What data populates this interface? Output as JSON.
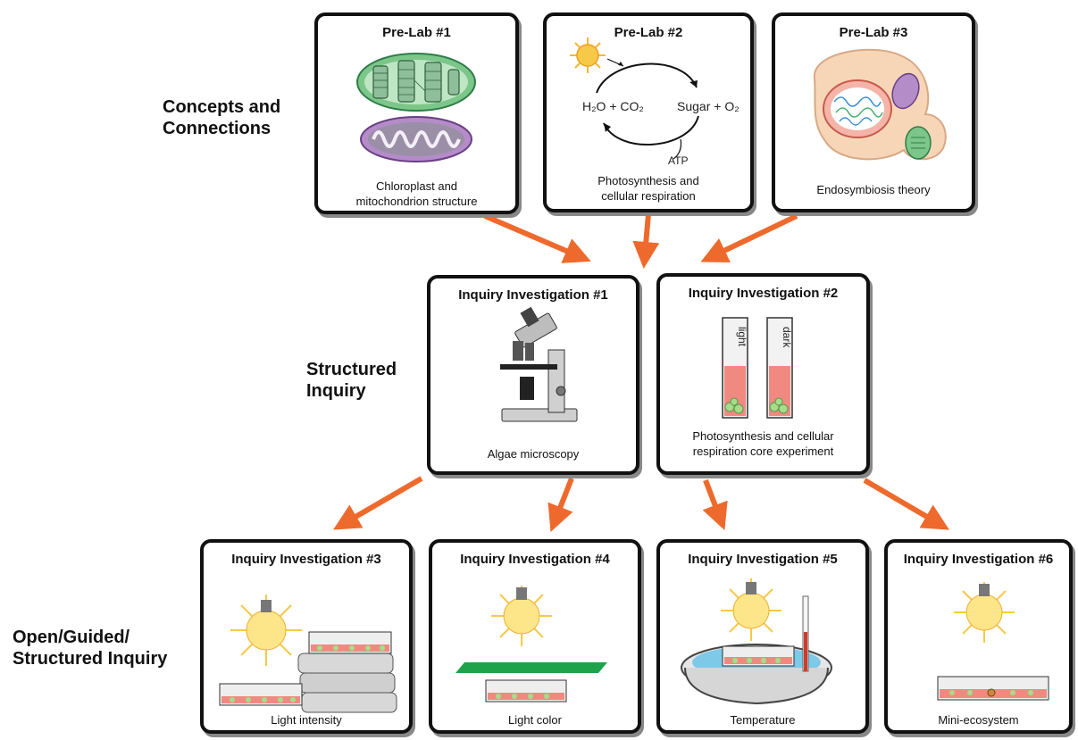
{
  "row_labels": {
    "concepts_line1": "Concepts and",
    "concepts_line2": "Connections",
    "structured_line1": "Structured",
    "structured_line2": "Inquiry",
    "open_line1": "Open/Guided/",
    "open_line2": "Structured Inquiry"
  },
  "prelabs": [
    {
      "title": "Pre-Lab #1",
      "caption_line1": "Chloroplast and",
      "caption_line2": "mitochondrion structure"
    },
    {
      "title": "Pre-Lab #2",
      "caption_line1": "Photosynthesis and",
      "caption_line2": "cellular respiration",
      "equation_left": "H₂O + CO₂",
      "equation_right": "Sugar + O₂",
      "atp_label": "ATP"
    },
    {
      "title": "Pre-Lab #3",
      "caption_line1": "Endosymbiosis theory"
    }
  ],
  "structured": [
    {
      "title": "Inquiry Investigation #1",
      "caption_line1": "Algae microscopy"
    },
    {
      "title": "Inquiry Investigation #2",
      "caption_line1": "Photosynthesis and cellular",
      "caption_line2": "respiration core experiment",
      "tube_left_label": "light",
      "tube_right_label": "dark"
    }
  ],
  "open": [
    {
      "title": "Inquiry Investigation #3",
      "caption": "Light intensity"
    },
    {
      "title": "Inquiry Investigation #4",
      "caption": "Light color"
    },
    {
      "title": "Inquiry Investigation #5",
      "caption": "Temperature"
    },
    {
      "title": "Inquiry Investigation #6",
      "caption": "Mini-ecosystem"
    }
  ],
  "colors": {
    "arrow": "#ee6a2c",
    "card_border": "#111111",
    "chloroplast": "#7cc68a",
    "mitochondrion": "#b48cc8",
    "solution": "#f08a80",
    "algae": "#a6dc8a",
    "sun": "#f7c948",
    "water": "#7ec8e8",
    "green_filter": "#1fa34a"
  }
}
